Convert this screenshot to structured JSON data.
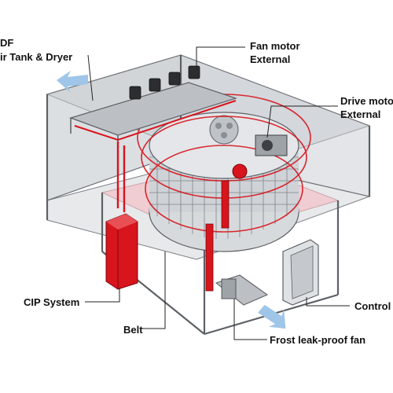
{
  "labels": {
    "df": "DF",
    "air_tank": "ir Tank & Dryer",
    "fan_motor_1": "Fan motor",
    "fan_motor_2": "External",
    "drive_motor_1": "Drive moto",
    "drive_motor_2": "External",
    "cip_system": "CIP System",
    "belt": "Belt",
    "control": "Control p",
    "frost_fan": "Frost leak-proof fan"
  },
  "colors": {
    "frame": "#8a8f94",
    "frame_dark": "#5d6166",
    "panel": "#d4d7da",
    "panel_light": "#eceef0",
    "red": "#d8141c",
    "pink_floor": "#f2c9cf",
    "arrow_blue": "#9fc5e8",
    "text": "#111111"
  }
}
